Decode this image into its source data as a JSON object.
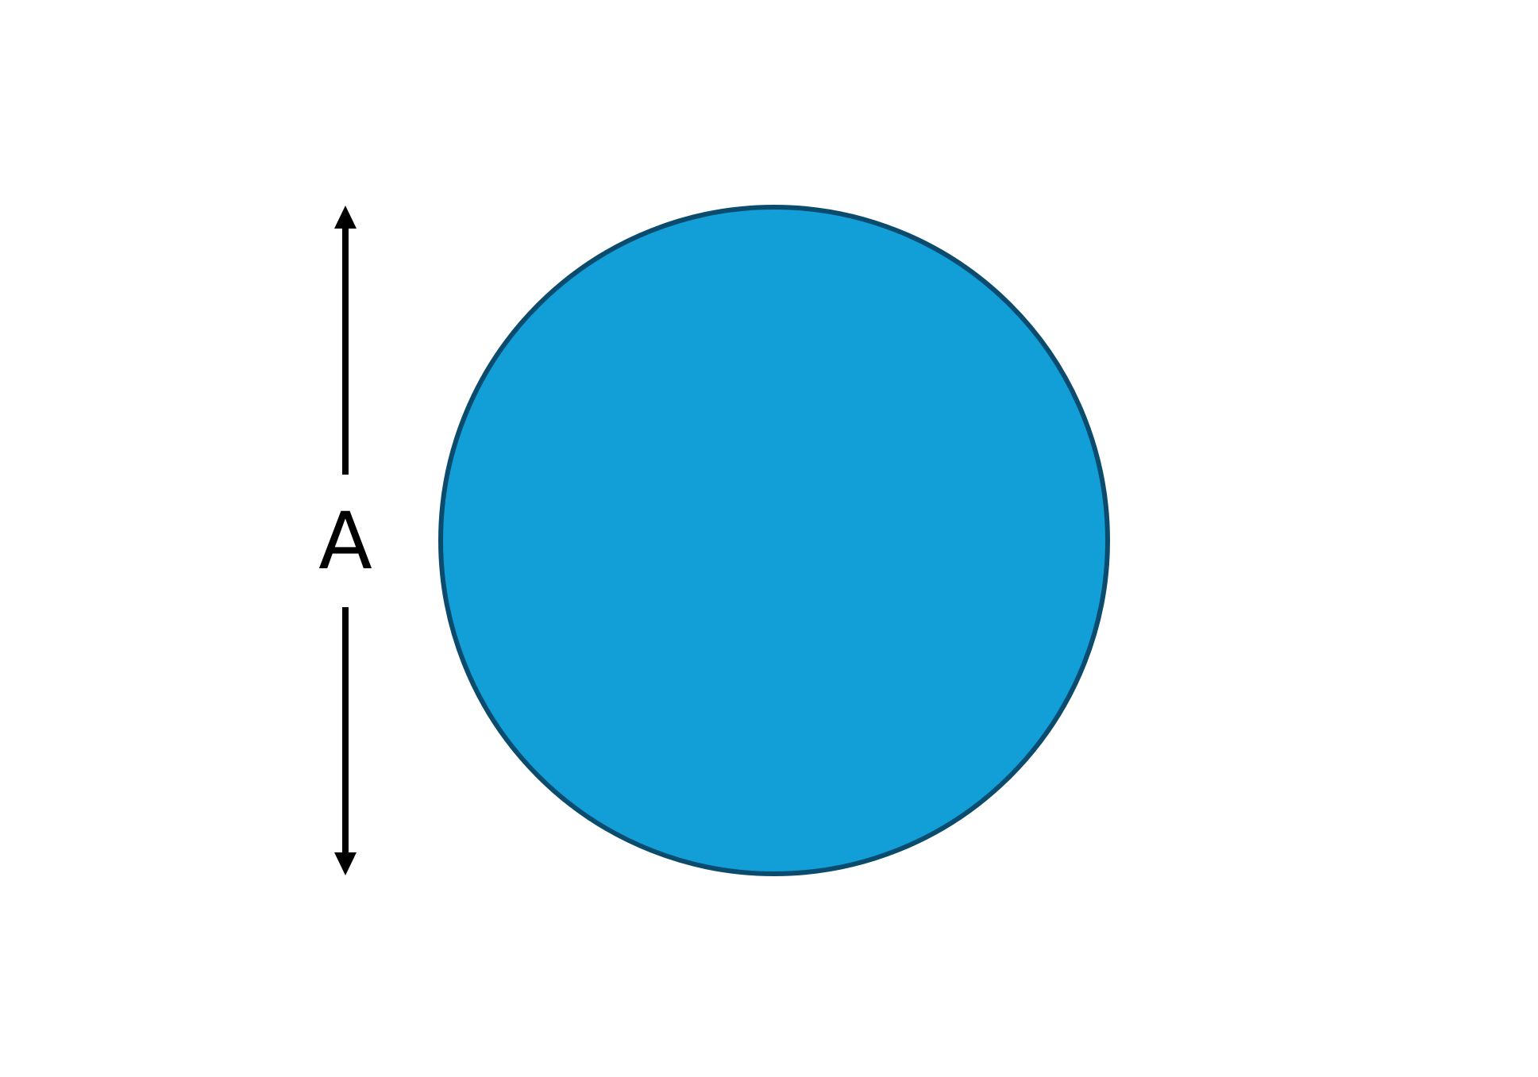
{
  "diagram": {
    "dimension_label": "A",
    "colors": {
      "circle_fill": "#129ED6",
      "circle_stroke": "#0B4C6E",
      "arrow": "#000000",
      "background": "#FFFFFF"
    },
    "shapes": [
      "circle",
      "dimension-arrow-up",
      "dimension-arrow-down"
    ]
  }
}
